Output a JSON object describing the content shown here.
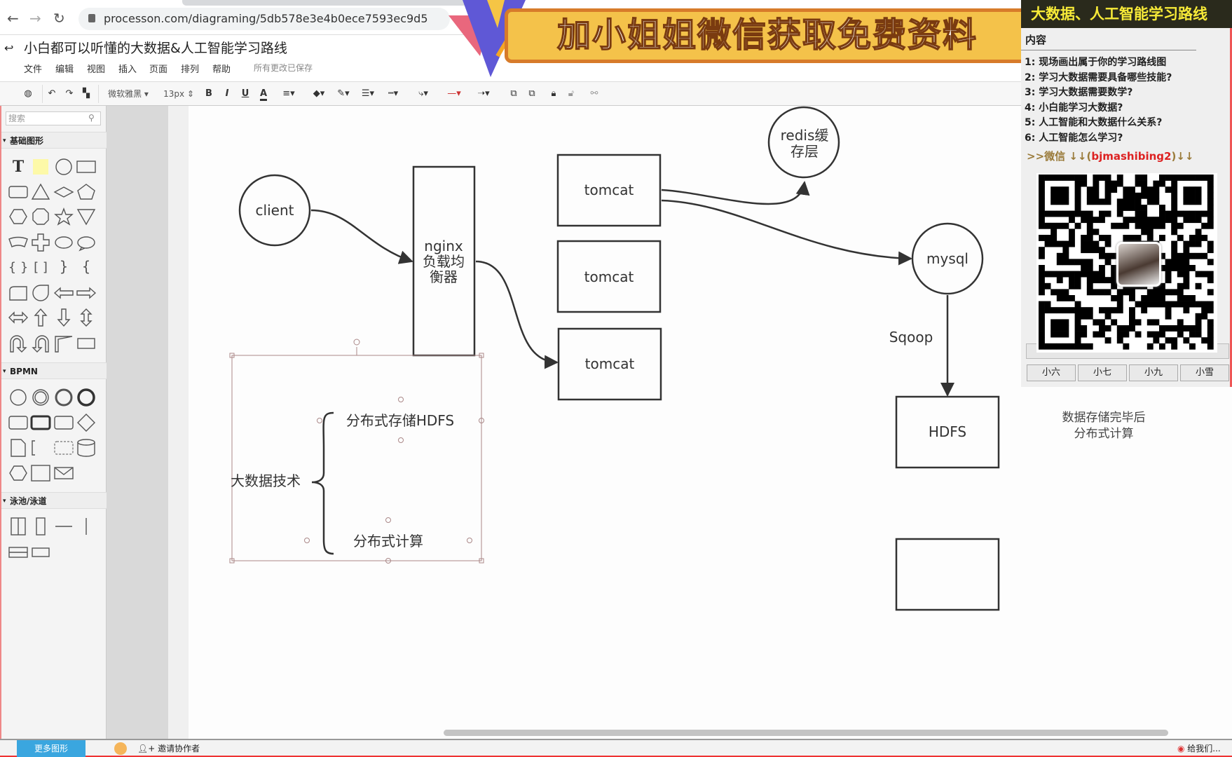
{
  "browser": {
    "url": "processon.com/diagraming/5db578e3e4b0ece7593ec9d5"
  },
  "document": {
    "title": "小白都可以听懂的大数据&人工智能学习路线",
    "save_status": "所有更改已保存"
  },
  "menu": [
    "文件",
    "编辑",
    "视图",
    "插入",
    "页面",
    "排列",
    "帮助"
  ],
  "toolbar": {
    "font": "微软雅黑",
    "font_size": "13px",
    "bold": "B",
    "italic": "I",
    "underline": "U",
    "font_color": "A"
  },
  "sidebar": {
    "search_placeholder": "搜索",
    "sections": [
      "基础图形",
      "BPMN",
      "泳池/泳道"
    ],
    "basic_shapes": [
      "text",
      "note",
      "circle",
      "rectangle",
      "rounded-rect",
      "triangle",
      "diamond",
      "pentagon",
      "hexagon",
      "octagon",
      "star",
      "inverted-triangle",
      "banner",
      "cross",
      "cloud",
      "speech-bubble",
      "braces",
      "brackets",
      "right-brace",
      "left-brace",
      "rounded-tab",
      "drop",
      "left-arrow",
      "right-arrow",
      "double-arrow",
      "up-arrow",
      "down-arrow",
      "up-down-arrow",
      "u-turn-arrow",
      "u-turn-arrow-left",
      "corner",
      "small-rect"
    ],
    "bpmn_shapes": [
      "start-event",
      "intermediate-event",
      "intermediate-event-thick",
      "end-event",
      "task",
      "task-thick",
      "subprocess",
      "gateway",
      "data-object",
      "annotation",
      "group",
      "data-store",
      "hexagon",
      "pool",
      "message"
    ],
    "swimlane_shapes": [
      "vertical-pool",
      "vertical-lane",
      "horizontal-line",
      "vertical-line",
      "horizontal-pool",
      "horizontal-lane"
    ]
  },
  "diagram": {
    "client": "client",
    "nginx": [
      "nginx",
      "负载均",
      "衡器"
    ],
    "tomcats": [
      "tomcat",
      "tomcat",
      "tomcat"
    ],
    "redis": [
      "redis缓",
      "存层"
    ],
    "mysql": "mysql",
    "sqoop": "Sqoop",
    "hdfs": "HDFS",
    "bigdata": "大数据技术",
    "storage": "分布式存储HDFS",
    "compute": "分布式计算",
    "note": [
      "数据存储完毕后",
      "分布式计算"
    ]
  },
  "bottom": {
    "more_shapes": "更多图形",
    "invite": "邀请协作者",
    "feedback": "给我们..."
  },
  "ad": {
    "banner": "加小姐姐微信获取免费资料"
  },
  "side_panel": {
    "header": "大数据、人工智能学习路线",
    "subtitle": "内容",
    "items": [
      "1: 现场画出属于你的学习路线图",
      "2: 学习大数据需要具备哪些技能?",
      "3: 学习大数据需要数学?",
      "4: 小白能学习大数据?",
      "5: 人工智能和大数据什么关系?",
      "6: 人工智能怎么学习?"
    ],
    "wechat_prefix": ">>微信 ↓↓(",
    "wechat_id": "bjmashibing2",
    "wechat_suffix": ")↓↓",
    "buttons": [
      "小六",
      "小七",
      "小九",
      "小雪"
    ]
  },
  "colors": {
    "accent": "#3aa6df",
    "panel_header_bg": "#2a2a1c",
    "panel_header_text": "#f7ea38",
    "wechat_id": "#dd2222",
    "banner": "#f4c24a"
  }
}
